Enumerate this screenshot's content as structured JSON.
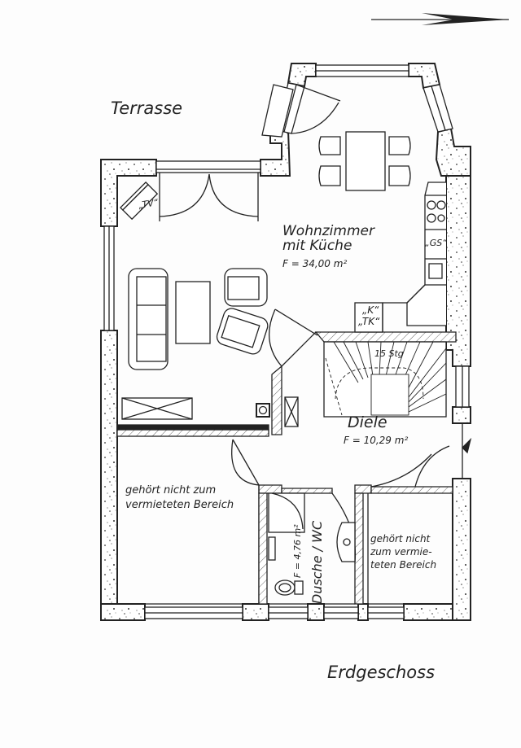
{
  "drawing": {
    "type": "architectural floor plan",
    "floor_title": "Erdgeschoss",
    "north_arrow": "arrow-right-icon"
  },
  "outside": {
    "terrace_label": "Terrasse"
  },
  "rooms": {
    "living": {
      "name_line1": "Wohnzimmer",
      "name_line2": "mit Küche",
      "area": "F = 34,00 m²"
    },
    "hall": {
      "name": "Diele",
      "area": "F = 10,29 m²"
    },
    "bathroom": {
      "name": "Dusche / WC",
      "area": "F = 4,76 m²"
    },
    "excluded_left": {
      "line1": "gehört nicht zum",
      "line2": "vermieteten Bereich"
    },
    "excluded_right": {
      "line1": "gehört nicht",
      "line2": "zum vermie-",
      "line3": "teten Bereich"
    }
  },
  "annotations": {
    "tv": "„TV“",
    "dishwasher": "„GS“",
    "fridge": "„K“",
    "freezer": "„TK“",
    "stairs": "15 Stg"
  },
  "colors": {
    "line": "#222222",
    "paper": "#fdfdfd",
    "wall_fill": "#ffffff"
  }
}
